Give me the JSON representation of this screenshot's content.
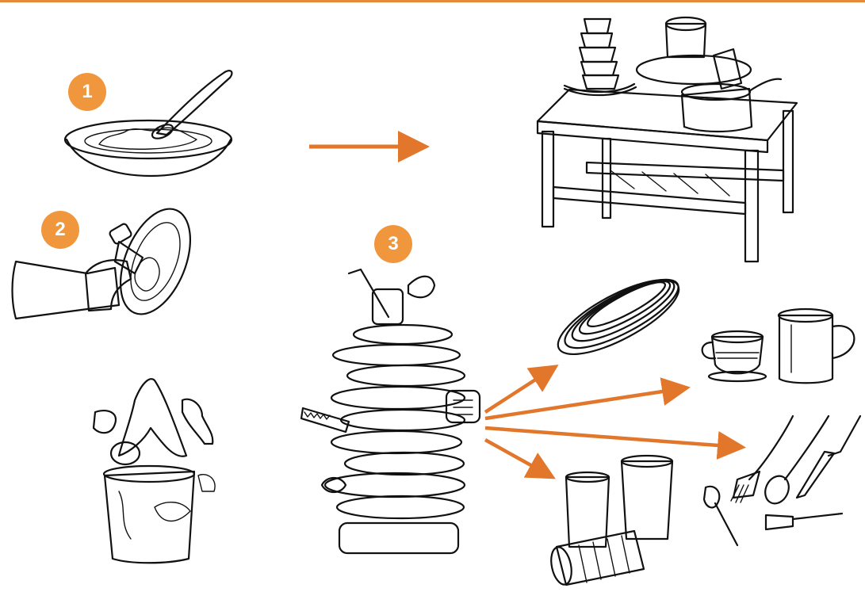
{
  "steps": [
    {
      "number": "1"
    },
    {
      "number": "2"
    },
    {
      "number": "3"
    }
  ],
  "colors": {
    "accent": "#f0973e",
    "arrow": "#e2762b",
    "topbar": "#e8893a",
    "ink": "#111111"
  },
  "illustrations": [
    "bowl-with-spoon",
    "hand-scraping-plate",
    "food-scraps-into-bin",
    "dirty-dishes-piled-on-table",
    "tall-pile-of-mixed-dishes",
    "stacked-plates",
    "cups-and-mug",
    "cutlery-set",
    "drinking-glasses"
  ]
}
